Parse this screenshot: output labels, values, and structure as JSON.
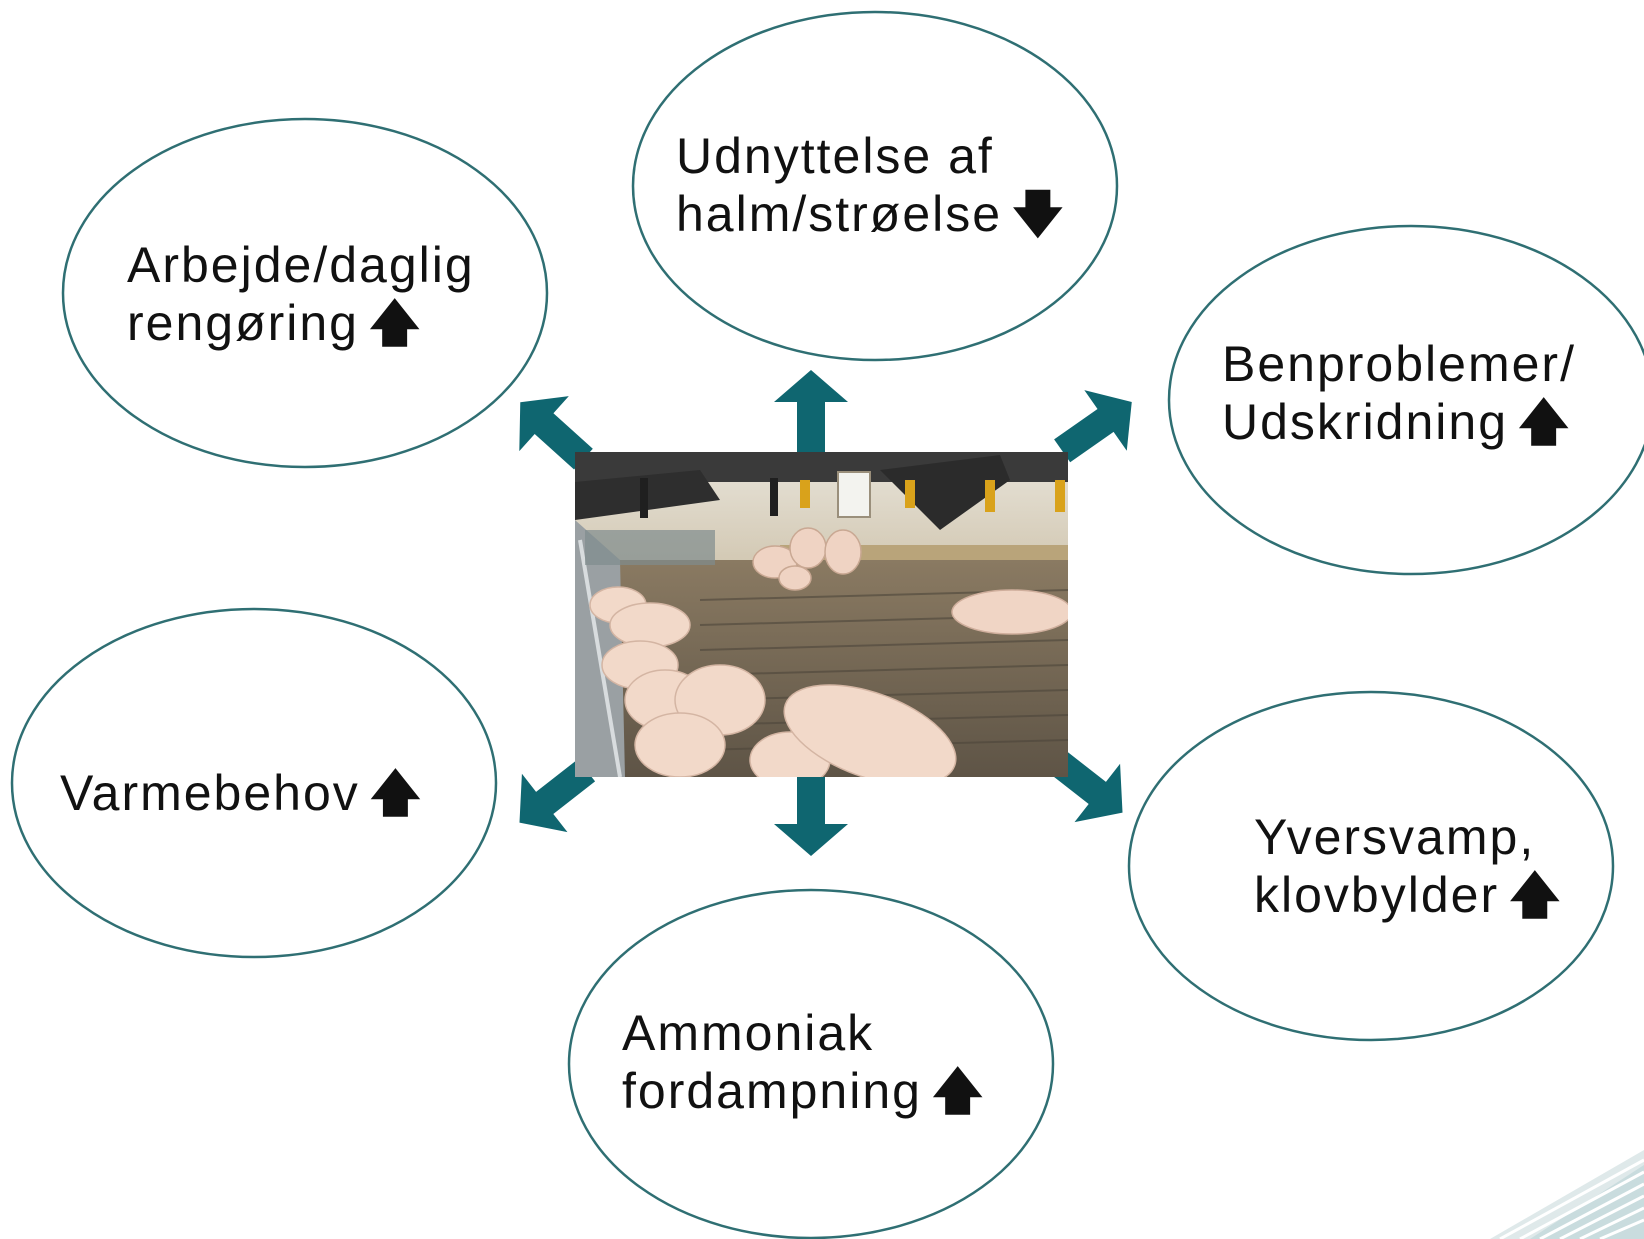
{
  "nodes": {
    "top": {
      "line1": "Udnyttelse af",
      "line2": "halm/strøelse",
      "trend": "down"
    },
    "top_left": {
      "line1": "Arbejde/daglig",
      "line2": "rengøring",
      "trend": "up"
    },
    "right": {
      "line1": "Benproblemer/",
      "line2": "Udskridning",
      "trend": "up"
    },
    "left": {
      "line1": "Varmebehov",
      "trend": "up"
    },
    "bottom_right": {
      "line1": "Yversvamp,",
      "line2": "klovbylder",
      "trend": "up"
    },
    "bottom": {
      "line1": "Ammoniak",
      "line2": "fordampning",
      "trend": "up"
    }
  },
  "colors": {
    "arrow": "#0f6670",
    "ellipse_stroke": "#2f6f73",
    "text": "#111111"
  },
  "trend_glyphs": {
    "up": "🡅",
    "down": "🡇"
  }
}
